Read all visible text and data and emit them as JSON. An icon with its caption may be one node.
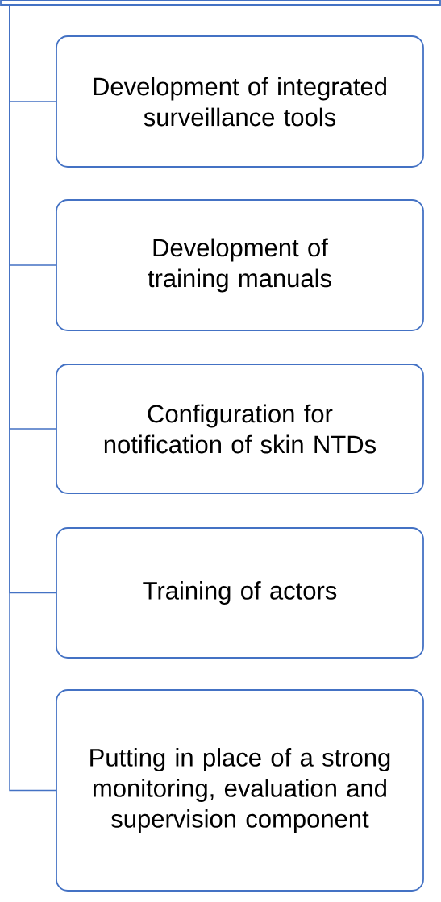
{
  "diagram": {
    "nodes": [
      {
        "text": [],
        "shape": "box"
      },
      {
        "text": [
          "Development of integrated surveillance tools"
        ]
      },
      {
        "text": [
          "Development of training manuals"
        ]
      },
      {
        "text": [
          "Configuration for notification of skin NTDs"
        ]
      },
      {
        "text": [
          "Training of actors"
        ]
      },
      {
        "text": [
          "Putting in place of a strong monitoring, evaluation and supervision component"
        ]
      }
    ],
    "edges": [
      {
        "from": 0,
        "to": 1,
        "arrow": "none"
      },
      {
        "from": 0,
        "to": 2,
        "arrow": "none"
      },
      {
        "from": 0,
        "to": 3,
        "arrow": "none"
      },
      {
        "from": 0,
        "to": 4,
        "arrow": "none"
      },
      {
        "from": 0,
        "to": 5,
        "arrow": "none"
      }
    ]
  }
}
